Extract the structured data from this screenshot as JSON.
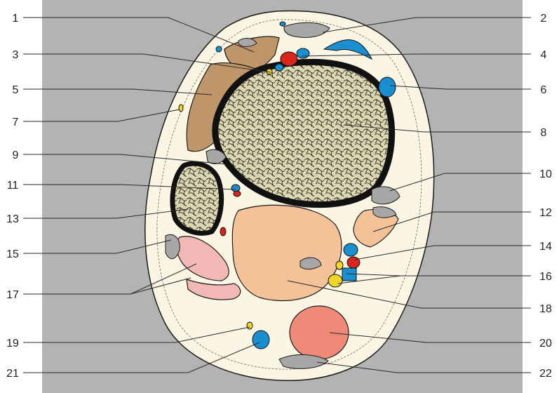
{
  "figure": {
    "labels_left": [
      "1",
      "3",
      "5",
      "7",
      "9",
      "11",
      "13",
      "15",
      "17",
      "19",
      "21"
    ],
    "labels_right": [
      "2",
      "4",
      "6",
      "8",
      "10",
      "12",
      "14",
      "16",
      "18",
      "20",
      "22"
    ]
  },
  "colors": {
    "background_panel": "#b3b3b3",
    "skin": "#fbf5e4",
    "bone": "#d8d2b0",
    "muscle_brown": "#bf9669",
    "muscle_light": "#f4c298",
    "muscle_pink": "#f2b8b6",
    "artery": "#d9261c",
    "vein": "#1a8fd0",
    "nerve": "#f1d629",
    "tendon": "#a7a7a7",
    "fascia": "#111111"
  }
}
